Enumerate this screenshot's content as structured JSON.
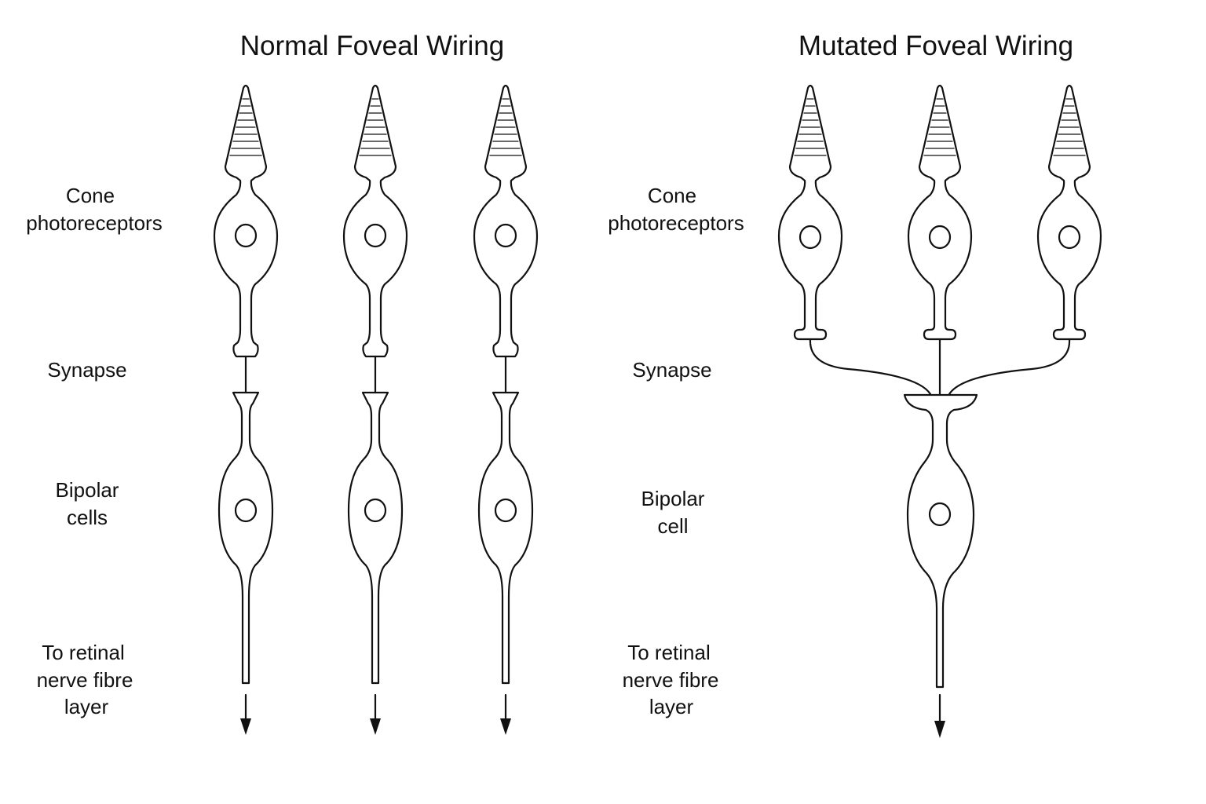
{
  "normal": {
    "title": "Normal Foveal Wiring",
    "labels": {
      "cones": [
        "Cone",
        "photoreceptors"
      ],
      "synapse": [
        "Synapse"
      ],
      "bipolar": [
        "Bipolar",
        "cells"
      ],
      "output": [
        "To retinal",
        "nerve fibre",
        "layer"
      ]
    }
  },
  "mutated": {
    "title": "Mutated Foveal Wiring",
    "labels": {
      "cones": [
        "Cone",
        "photoreceptors"
      ],
      "synapse": [
        "Synapse"
      ],
      "bipolar": [
        "Bipolar",
        "cell"
      ],
      "output": [
        "To retinal",
        "nerve fibre",
        "layer"
      ]
    }
  }
}
